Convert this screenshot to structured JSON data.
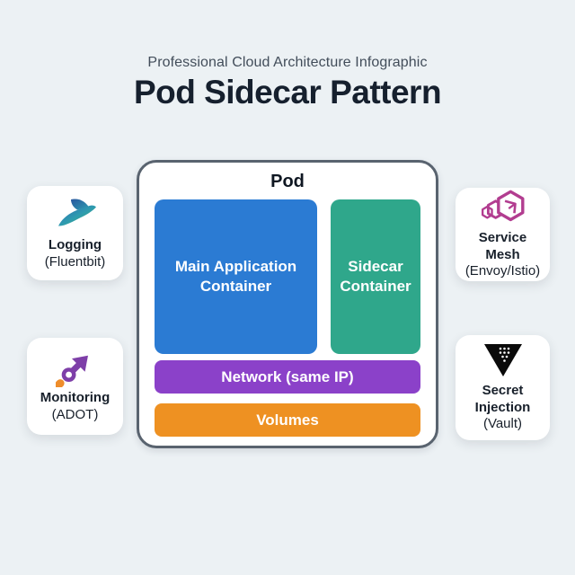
{
  "page": {
    "background_color": "#ECF1F4"
  },
  "header": {
    "subtitle": "Professional Cloud Architecture Infographic",
    "title": "Pod Sidecar Pattern"
  },
  "pod": {
    "label": "Pod",
    "border_color": "#59636F",
    "containers": [
      {
        "id": "main-app",
        "label": "Main Application Container",
        "color": "#2B7BD3"
      },
      {
        "id": "sidecar",
        "label": "Sidecar Container",
        "color": "#2FA78B"
      }
    ],
    "shared_layers": [
      {
        "id": "network",
        "label": "Network (same IP)",
        "color": "#8B41C9"
      },
      {
        "id": "volumes",
        "label": "Volumes",
        "color": "#EE9122"
      }
    ]
  },
  "side_cards": {
    "left": [
      {
        "id": "logging",
        "icon": "fluentbit-bird-icon",
        "title": "Logging",
        "subtitle": "(Fluentbit)"
      },
      {
        "id": "monitoring",
        "icon": "adot-arrow-icon",
        "title": "Monitoring",
        "subtitle": "(ADOT)"
      }
    ],
    "right": [
      {
        "id": "service-mesh",
        "icon": "envoy-hexagons-icon",
        "title": "Service Mesh",
        "subtitle": "(Envoy/Istio)"
      },
      {
        "id": "secret-injection",
        "icon": "vault-triangle-icon",
        "title": "Secret Injection",
        "subtitle": "(Vault)"
      }
    ]
  },
  "icon_colors": {
    "fluentbit_blue": "#2E64B1",
    "fluentbit_teal": "#2E9BB0",
    "fluentbit_green": "#3FAE6C",
    "adot_purple": "#7E3FA8",
    "adot_orange": "#EE8D2B",
    "envoy_magenta": "#B23D90",
    "vault_black": "#0A0A0A"
  }
}
